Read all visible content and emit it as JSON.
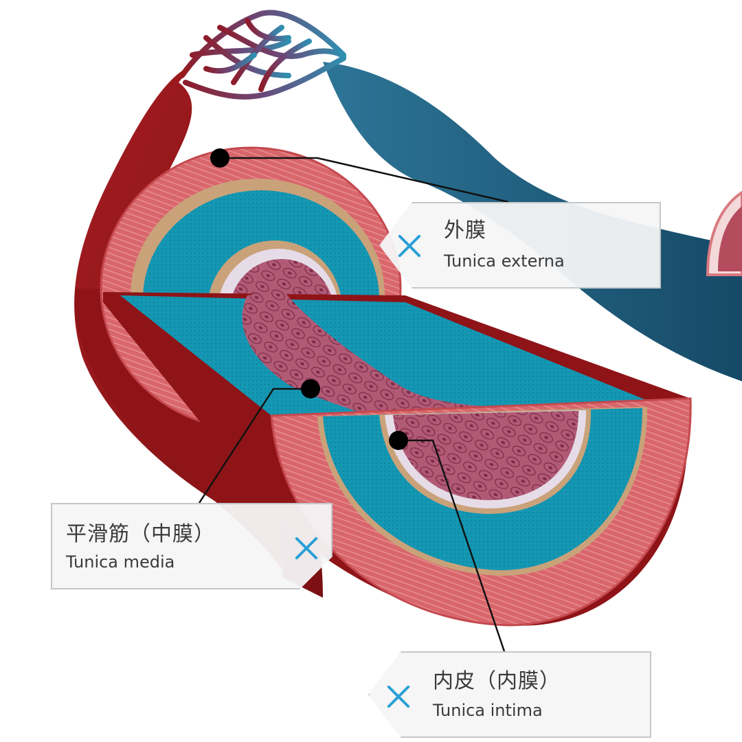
{
  "labels": {
    "externa": {
      "title": "外膜",
      "subtitle": "Tunica externa"
    },
    "media": {
      "title": "平滑筋（中膜）",
      "subtitle": "Tunica media"
    },
    "intima": {
      "title": "内皮（内膜）",
      "subtitle": "Tunica intima"
    }
  },
  "colors": {
    "artery": "#8e1418",
    "vein": "#1f5877",
    "externa_layer": "#cf5c61",
    "media_layer": "#16a3bf",
    "intima_layer": "#a44d66",
    "close_icon": "#2a9fd6"
  }
}
